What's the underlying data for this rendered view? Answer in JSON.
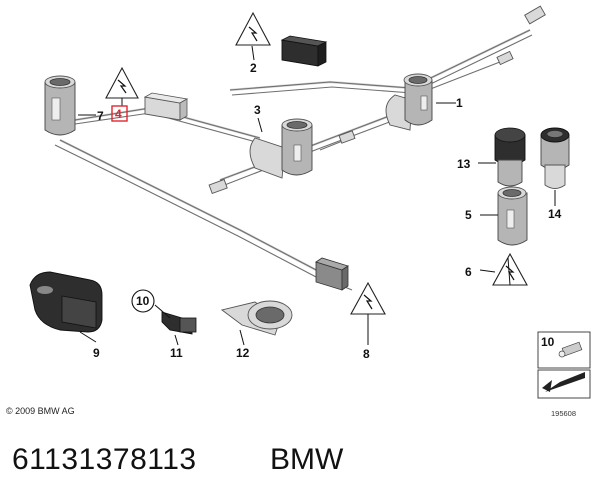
{
  "diagram": {
    "callouts": [
      "1",
      "2",
      "3",
      "4",
      "5",
      "6",
      "7",
      "8",
      "9",
      "10",
      "11",
      "12",
      "13",
      "14"
    ],
    "legend_callout": "10"
  },
  "copyright": "© 2009 BMW AG",
  "document_number": "195608",
  "footer": {
    "part_number": "61131378113",
    "brand": "BMW"
  },
  "colors": {
    "highlight_box": "#e0262f",
    "line": "#222222"
  }
}
